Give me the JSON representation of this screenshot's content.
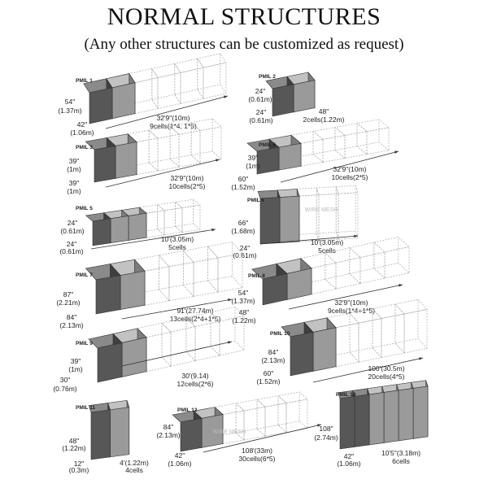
{
  "title": "NORMAL STRUCTURES",
  "subtitle": "(Any other structures can be customized as request)",
  "watermark": "WIRE MESH",
  "colors": {
    "dark": "#575757",
    "darkTop": "#8a8a8a",
    "mid": "#9a9a9a",
    "midTop": "#c2c2c2",
    "wire": "#b5b5b5",
    "arrow": "#333333"
  },
  "units": [
    {
      "id": "pmil-1",
      "name": "PMIL 1",
      "height": [
        "54\"",
        "(1.37m)"
      ],
      "width": [
        "42\"",
        "(1.06m)"
      ],
      "length": [
        "32'9\"(10m)",
        "9cells(1*4, 1*5)"
      ]
    },
    {
      "id": "pmil-2",
      "name": "PMIL 2",
      "height": [
        "24\"",
        "(0.61m)"
      ],
      "width": [
        "24\"",
        "(0.61m)"
      ],
      "length": [
        "48\"",
        "2cells(1.22m)"
      ]
    },
    {
      "id": "pmil-3",
      "name": "PMIL 3",
      "height": [
        "39\"",
        "(1m)"
      ],
      "width": [
        "39\"",
        "(1m)"
      ],
      "length": [
        "32'9\"(10m)",
        "10cells(2*5)"
      ]
    },
    {
      "id": "pmil-4",
      "name": "PMIL 4",
      "height": [
        "39\"",
        "(1m)"
      ],
      "width": [
        "60\"",
        "(1.52m)"
      ],
      "length": [
        "32'9\"(10m)",
        "10cells(2*5)"
      ]
    },
    {
      "id": "pmil-5",
      "name": "PMIL 5",
      "height": [
        "24\"",
        "(0.61m)"
      ],
      "width": [
        "24\"",
        "(0.61m)"
      ],
      "length": [
        "10'(3.05m)",
        "5cells"
      ]
    },
    {
      "id": "pmil-6",
      "name": "PMIL 6",
      "height": [
        "66\"",
        "(1.68m)"
      ],
      "width": [
        "24\"",
        "(0.61m)"
      ],
      "length": [
        "10'(3.05m)",
        "5cells"
      ]
    },
    {
      "id": "pmil-7",
      "name": "PMIL 7",
      "height": [
        "87\"",
        "(2.21m)"
      ],
      "width": [
        "84\"",
        "(2.13m)"
      ],
      "length": [
        "91'(27.74m)",
        "13cells(2*4+1*5)"
      ]
    },
    {
      "id": "pmil-8",
      "name": "PMIL 8",
      "height": [
        "54\"",
        "(1.37m)"
      ],
      "width": [
        "48\"",
        "(1.22m)"
      ],
      "length": [
        "32'9\"(10m)",
        "9cells(1*4+1*5)"
      ]
    },
    {
      "id": "pmil-9",
      "name": "PMIL 9",
      "height": [
        "39\"",
        "(1m)"
      ],
      "width": [
        "30\"",
        "(0.76m)"
      ],
      "length": [
        "30'(9.14)",
        "12cells(2*6)"
      ]
    },
    {
      "id": "pmil-10",
      "name": "PMIL 10",
      "height": [
        "84\"",
        "(2.13m)"
      ],
      "width": [
        "60\"",
        "(1.52m)"
      ],
      "length": [
        "100'(30.5m)",
        "20cells(4*5)"
      ]
    },
    {
      "id": "pmil-11",
      "name": "PMIL 11",
      "height": [
        "48\"",
        "(1.22m)"
      ],
      "width": [
        "12\"",
        "(0.3m)"
      ],
      "length": [
        "4'(1.22m)",
        "4cells"
      ]
    },
    {
      "id": "pmil-12",
      "name": "PMIL 12",
      "height": [
        "84\"",
        "(2.13m)"
      ],
      "width": [
        "42\"",
        "(1.06m)"
      ],
      "length": [
        "108'(33m)",
        "30cells(6*5)"
      ]
    },
    {
      "id": "pmil-19",
      "name": "PMIL 19",
      "height": [
        "108\"",
        "(2.74m)"
      ],
      "width": [
        "42\"",
        "(1.06m)"
      ],
      "length": [
        "10'5\"(3.18m)",
        "6cells"
      ]
    }
  ]
}
